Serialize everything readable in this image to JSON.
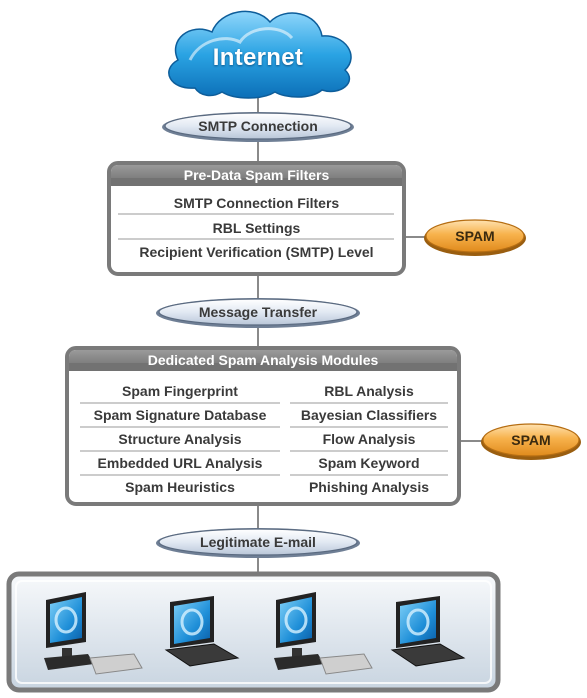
{
  "cloud": {
    "label": "Internet"
  },
  "connectors": [
    "SMTP Connection",
    "Message Transfer",
    "Legitimate E-mail"
  ],
  "pre_data": {
    "title": "Pre-Data Spam Filters",
    "rows": [
      "SMTP Connection Filters",
      "RBL Settings",
      "Recipient Verification (SMTP) Level"
    ]
  },
  "analysis": {
    "title": "Dedicated Spam Analysis Modules",
    "left": [
      "Spam Fingerprint",
      "Spam Signature Database",
      "Structure Analysis",
      "Embedded URL Analysis",
      "Spam Heuristics"
    ],
    "right": [
      "RBL Analysis",
      "Bayesian Classifiers",
      "Flow Analysis",
      "Spam Keyword",
      "Phishing Analysis"
    ]
  },
  "spam_labels": [
    "SPAM",
    "SPAM"
  ],
  "clients": [
    "desktop-computer-icon",
    "laptop-icon",
    "desktop-computer-icon",
    "laptop-icon"
  ],
  "colors": {
    "box_border": "#7a7a7a",
    "box_header": "#7f7f7f",
    "pill_fill": "#dde6f2",
    "spam_fill": "#f3a33a",
    "cloud": "#2aa3e3"
  }
}
